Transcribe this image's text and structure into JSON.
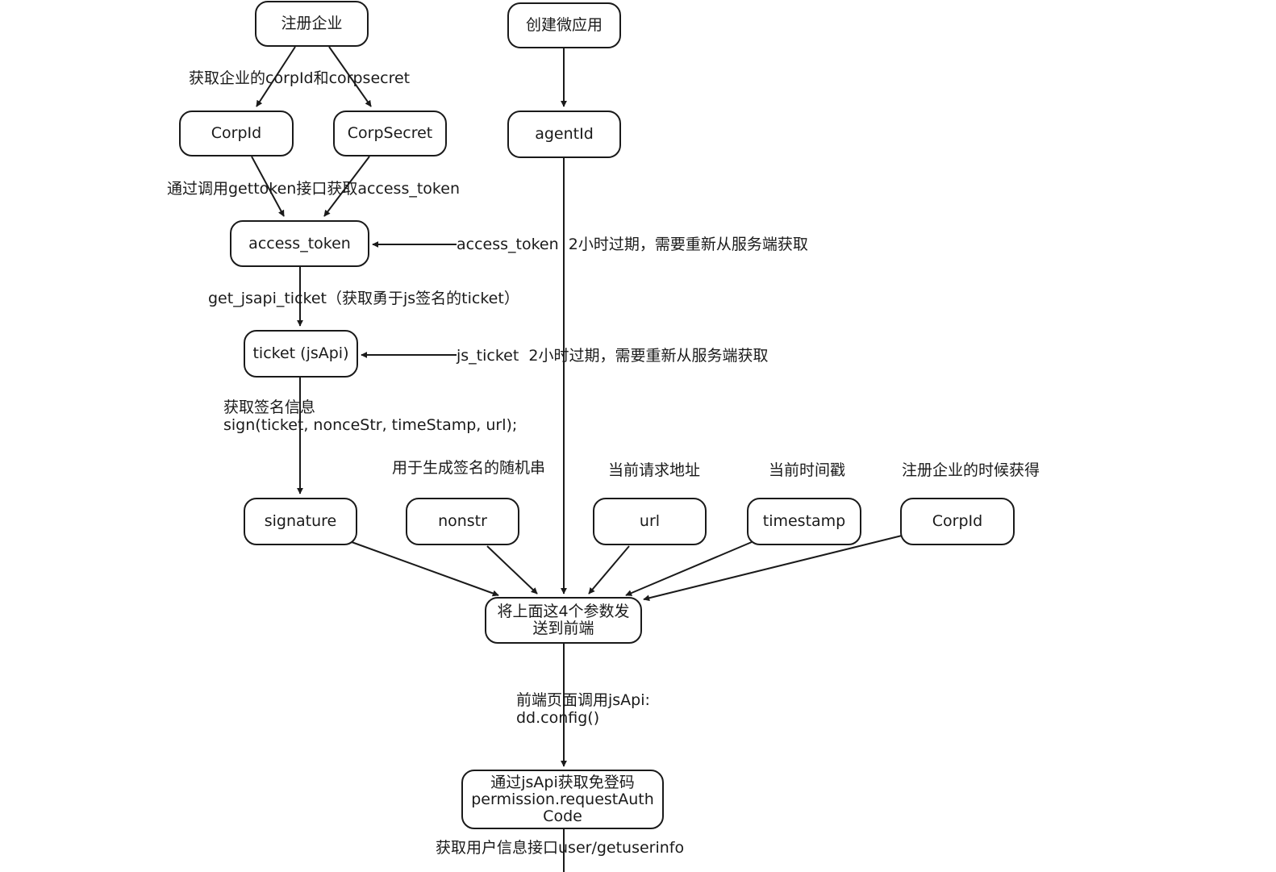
{
  "nodes": {
    "register_corp": "注册企业",
    "create_app": "创建微应用",
    "corpid_top": "CorpId",
    "corpsecret": "CorpSecret",
    "agentid": "agentId",
    "access_token": "access_token",
    "ticket": "ticket (jsApi)",
    "signature": "signature",
    "nonstr": "nonstr",
    "url": "url",
    "timestamp": "timestamp",
    "corpid_bottom": "CorpId",
    "send_frontend": "将上面这4个参数发\n送到前端",
    "request_auth": "通过jsApi获取免登码\npermission.requestAuth\nCode"
  },
  "labels": {
    "get_corpid_secret": "获取企业的corpId和corpsecret",
    "gettoken": "通过调用gettoken接口获取access_token",
    "access_token_expire": "access_token  2小时过期，需要重新从服务端获取",
    "get_jsapi_ticket": "get_jsapi_ticket（获取勇于js签名的ticket）",
    "js_ticket_expire": "js_ticket  2小时过期，需要重新从服务端获取",
    "get_sign_info": "获取签名信息\nsign(ticket, nonceStr, timeStamp, url);",
    "nonce_desc": "用于生成签名的随机串",
    "url_desc": "当前请求地址",
    "timestamp_desc": "当前时间戳",
    "corpid_desc": "注册企业的时候获得",
    "frontend_call": "前端页面调用jsApi:\ndd.config()",
    "get_userinfo": "获取用户信息接口user/getuserinfo"
  }
}
